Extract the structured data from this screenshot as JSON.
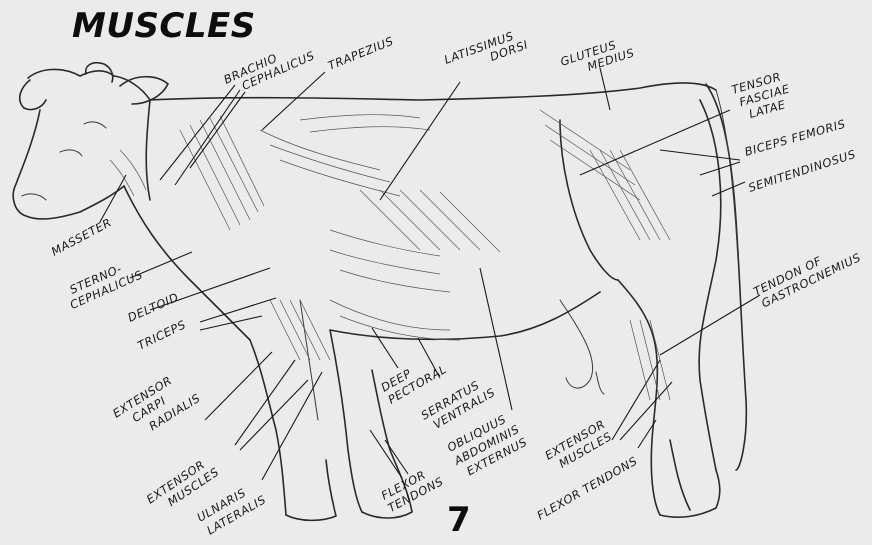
{
  "title": "MUSCLES",
  "page_number": "7",
  "labels": {
    "brachio_cephalicus": [
      "BRACHIO",
      "CEPHALICUS"
    ],
    "trapezius": "TRAPEZIUS",
    "latissimus_dorsi": [
      "LATISSIMUS",
      "DORSI"
    ],
    "gluteus_medius": [
      "GLUTEUS",
      "MEDIUS"
    ],
    "tensor_fasciae_latae": [
      "TENSOR",
      "FASCIAE",
      "LATAE"
    ],
    "biceps_femoris": "BICEPS FEMORIS",
    "semitendinosus": "SEMITENDINOSUS",
    "masseter": "MASSETER",
    "sterno_cephalicus": [
      "STERNO-",
      "CEPHALICUS"
    ],
    "deltoid": "DELTOID",
    "triceps": "TRICEPS",
    "extensor_carpi_radialis": [
      "EXTENSOR",
      "CARPI",
      "RADIALIS"
    ],
    "extensor_muscles_front": [
      "EXTENSOR",
      "MUSCLES"
    ],
    "ulnaris_lateralis": [
      "ULNARIS",
      "LATERALIS"
    ],
    "deep_pectoral": [
      "DEEP",
      "PECTORAL"
    ],
    "serratus_ventralis": [
      "SERRATUS",
      "VENTRALIS"
    ],
    "obliquus_abdominis_externus": [
      "OBLIQUUS",
      "ABDOMINIS",
      "EXTERNUS"
    ],
    "flexor_tendons_front": [
      "FLEXOR",
      "TENDONS"
    ],
    "tendon_of_gastrocnemius": [
      "TENDON OF",
      "GASTROCNEMIUS"
    ],
    "extensor_muscles_hind": [
      "EXTENSOR",
      "MUSCLES"
    ],
    "flexor_tendons_hind": "FLEXOR TENDONS"
  }
}
